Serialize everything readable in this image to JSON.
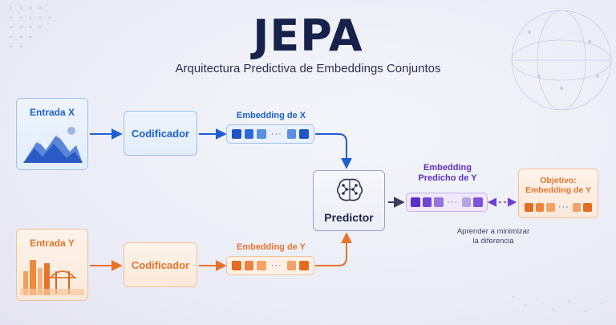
{
  "title": "JEPA",
  "subtitle": "Arquitectura Predictiva de Embeddings Conjuntos",
  "input_x": {
    "label": "Entrada X",
    "image_icon": "mountains-icon"
  },
  "input_y": {
    "label": "Entrada Y",
    "image_icon": "city-bridge-icon"
  },
  "encoder_x": {
    "label": "Codificador"
  },
  "encoder_y": {
    "label": "Codificador"
  },
  "embedding_x": {
    "label": "Embedding de X",
    "dots": "···"
  },
  "embedding_y": {
    "label": "Embedding de Y",
    "dots": "···"
  },
  "predictor": {
    "label": "Predictor",
    "icon": "brain-network-icon"
  },
  "predicted_embedding": {
    "label_line1": "Embedding",
    "label_line2": "Predicho de Y",
    "dots": "···"
  },
  "target": {
    "label_line1": "Objetivo:",
    "label_line2": "Embedding de Y",
    "dots": "···"
  },
  "loss_note": {
    "line1": "Aprender a minimizar",
    "line2": "la diferencia"
  },
  "colors": {
    "blue": "#1f5fd1",
    "orange": "#e8742c",
    "purple": "#6b3fcf",
    "navy": "#16224a",
    "dark_arrow": "#3a3f5c"
  }
}
